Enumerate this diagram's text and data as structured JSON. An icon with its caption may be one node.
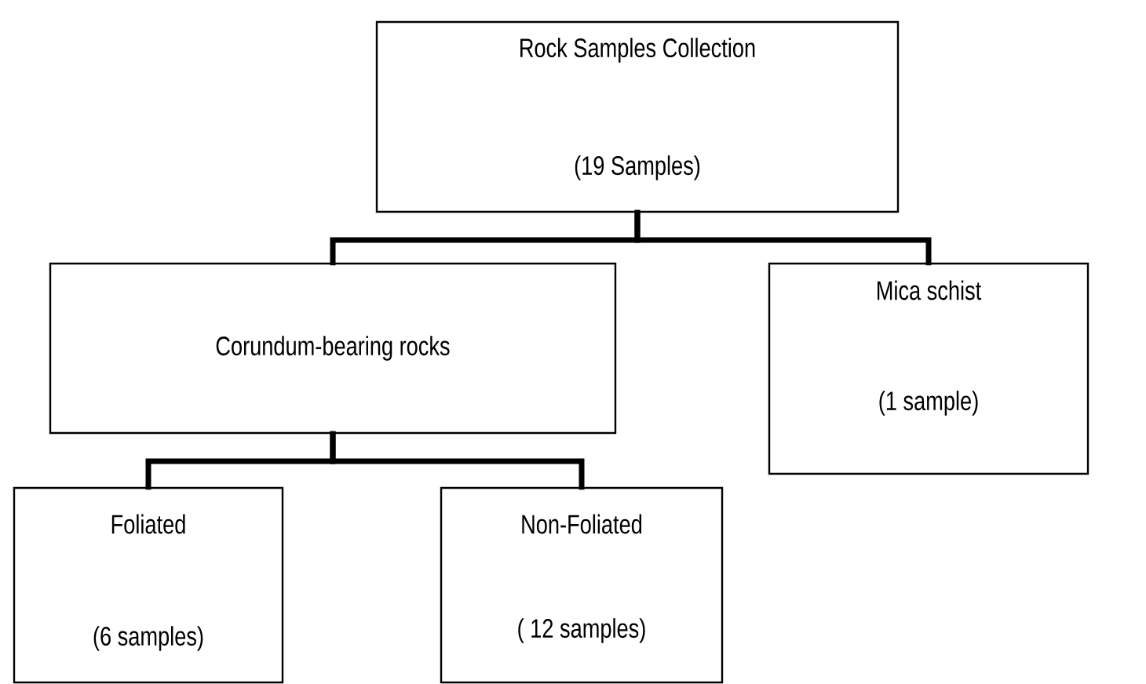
{
  "diagram": {
    "nodes": [
      {
        "text": [
          "Rock Samples Collection",
          "(19 Samples)"
        ]
      },
      {
        "text": [
          "Corundum-bearing rocks"
        ]
      },
      {
        "text": [
          "Mica schist",
          "(1 sample)"
        ]
      },
      {
        "text": [
          "Foliated",
          "(6 samples)"
        ]
      },
      {
        "text": [
          "Non-Foliated",
          "( 12 samples)"
        ]
      }
    ],
    "edges": [
      {
        "from": 0,
        "to": 1,
        "arrow": "none"
      },
      {
        "from": 0,
        "to": 2,
        "arrow": "none"
      },
      {
        "from": 1,
        "to": 3,
        "arrow": "none"
      },
      {
        "from": 1,
        "to": 4,
        "arrow": "none"
      }
    ]
  }
}
